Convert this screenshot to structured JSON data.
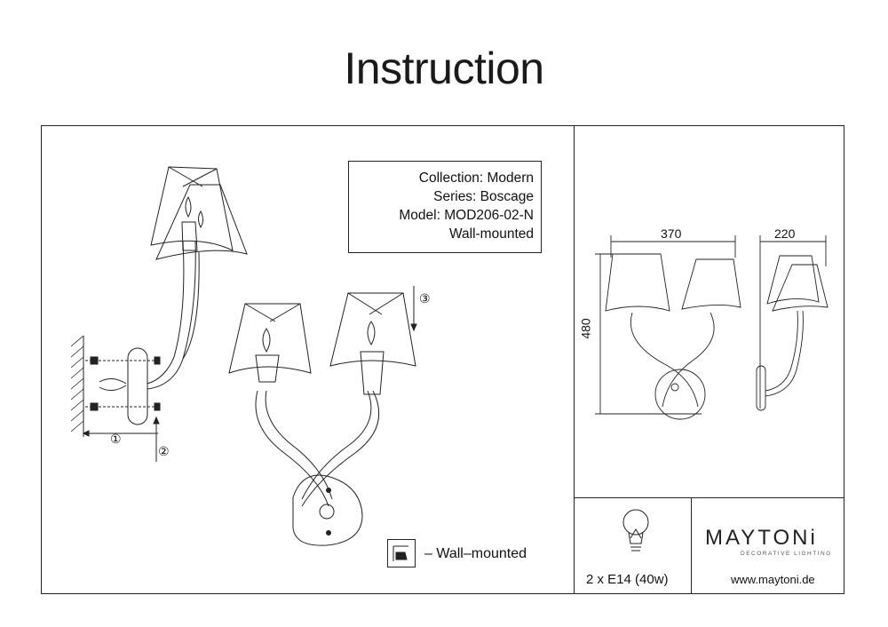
{
  "header": {
    "title": "Instruction"
  },
  "info": {
    "collection": "Collection: Modern",
    "series": "Series: Boscage",
    "model": "Model: MOD206-02-N",
    "mount": "Wall-mounted"
  },
  "steps": [
    "①",
    "②",
    "③"
  ],
  "legend": {
    "wall_mounted": "– Wall–mounted"
  },
  "dimensions": {
    "width_front": "370",
    "height": "480",
    "depth_side": "220"
  },
  "bulb": {
    "spec": "2 x E14 (40w)"
  },
  "brand": {
    "name": "MAYTONi",
    "tagline": "DECORATIVE LIGHTING",
    "url": "www.maytoni.de"
  }
}
